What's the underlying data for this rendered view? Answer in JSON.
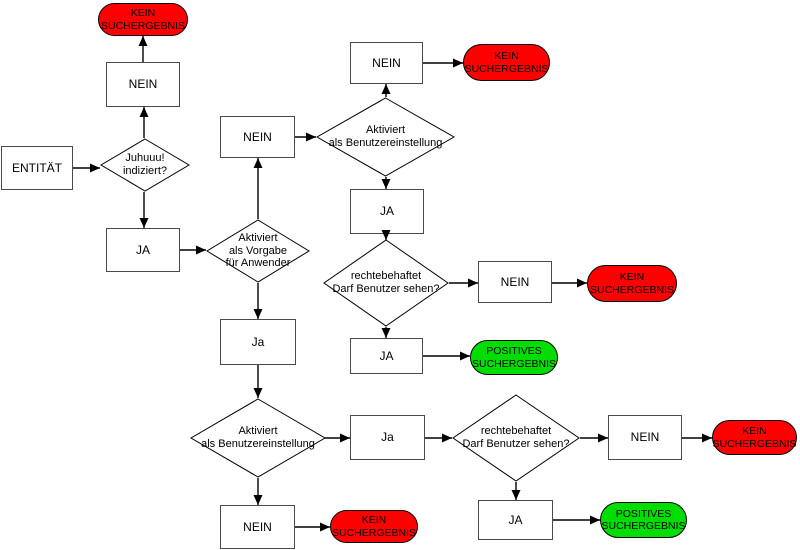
{
  "colors": {
    "negative_fill": "#ff0000",
    "positive_fill": "#00dd00",
    "shape_fill": "#ffffff",
    "rect_border": "#4a4a4a",
    "line": "#000000",
    "text": "#000000"
  },
  "nodes": {
    "start": {
      "label": "ENTITÄT",
      "type": "process"
    },
    "decision_indexed": {
      "label": "Juhuuu!\nindiziert?",
      "type": "decision"
    },
    "indexed_no": {
      "label": "NEIN",
      "type": "process"
    },
    "no_result_indexed": {
      "label": "KEIN\nSUCHERGEBNIS",
      "type": "terminator-negative"
    },
    "indexed_yes": {
      "label": "JA",
      "type": "process"
    },
    "decision_default": {
      "label": "Aktiviert\nals Vorgabe\nfür Anwender",
      "type": "decision"
    },
    "default_no": {
      "label": "NEIN",
      "type": "process"
    },
    "decision_user_top": {
      "label": "Aktiviert\nals Benutzereinstellung",
      "type": "decision"
    },
    "user_top_no": {
      "label": "NEIN",
      "type": "process"
    },
    "no_result_user_top": {
      "label": "KEIN\nSUCHERGEBNIS",
      "type": "terminator-negative"
    },
    "user_top_yes": {
      "label": "JA",
      "type": "process"
    },
    "decision_rights_mid": {
      "label": "rechtebehaftet\nDarf Benutzer sehen?",
      "type": "decision"
    },
    "rights_mid_no": {
      "label": "NEIN",
      "type": "process"
    },
    "no_result_rights_mid": {
      "label": "KEIN\nSUCHERGEBNIS",
      "type": "terminator-negative"
    },
    "rights_mid_yes": {
      "label": "JA",
      "type": "process"
    },
    "positive_result_mid": {
      "label": "POSITIVES\nSUCHERGEBNIS",
      "type": "terminator-positive"
    },
    "default_yes": {
      "label": "Ja",
      "type": "process"
    },
    "decision_user_bottom": {
      "label": "Aktiviert\nals Benutzereinstellung",
      "type": "decision"
    },
    "user_bottom_yes": {
      "label": "Ja",
      "type": "process"
    },
    "decision_rights_bottom": {
      "label": "rechtebehaftet\nDarf Benutzer sehen?",
      "type": "decision"
    },
    "rights_bottom_no": {
      "label": "NEIN",
      "type": "process"
    },
    "no_result_rights_bottom": {
      "label": "KEIN\nSUCHERGEBNIS",
      "type": "terminator-negative"
    },
    "rights_bottom_yes": {
      "label": "JA",
      "type": "process"
    },
    "positive_result_bottom": {
      "label": "POSITIVES\nSUCHERGEBNIS",
      "type": "terminator-positive"
    },
    "user_bottom_no": {
      "label": "NEIN",
      "type": "process"
    },
    "no_result_user_bottom": {
      "label": "KEIN\nSUCHERGEBNIS",
      "type": "terminator-negative"
    }
  },
  "edges": [
    {
      "from": "start",
      "to": "decision_indexed"
    },
    {
      "from": "decision_indexed",
      "to": "indexed_no"
    },
    {
      "from": "indexed_no",
      "to": "no_result_indexed"
    },
    {
      "from": "decision_indexed",
      "to": "indexed_yes"
    },
    {
      "from": "indexed_yes",
      "to": "decision_default"
    },
    {
      "from": "decision_default",
      "to": "default_no"
    },
    {
      "from": "default_no",
      "to": "decision_user_top"
    },
    {
      "from": "decision_user_top",
      "to": "user_top_no"
    },
    {
      "from": "user_top_no",
      "to": "no_result_user_top"
    },
    {
      "from": "decision_user_top",
      "to": "user_top_yes"
    },
    {
      "from": "user_top_yes",
      "to": "decision_rights_mid"
    },
    {
      "from": "decision_rights_mid",
      "to": "rights_mid_no"
    },
    {
      "from": "rights_mid_no",
      "to": "no_result_rights_mid"
    },
    {
      "from": "decision_rights_mid",
      "to": "rights_mid_yes"
    },
    {
      "from": "rights_mid_yes",
      "to": "positive_result_mid"
    },
    {
      "from": "decision_default",
      "to": "default_yes"
    },
    {
      "from": "default_yes",
      "to": "decision_user_bottom"
    },
    {
      "from": "decision_user_bottom",
      "to": "user_bottom_yes"
    },
    {
      "from": "user_bottom_yes",
      "to": "decision_rights_bottom"
    },
    {
      "from": "decision_rights_bottom",
      "to": "rights_bottom_no"
    },
    {
      "from": "rights_bottom_no",
      "to": "no_result_rights_bottom"
    },
    {
      "from": "decision_rights_bottom",
      "to": "rights_bottom_yes"
    },
    {
      "from": "rights_bottom_yes",
      "to": "positive_result_bottom"
    },
    {
      "from": "decision_user_bottom",
      "to": "user_bottom_no"
    },
    {
      "from": "user_bottom_no",
      "to": "no_result_user_bottom"
    }
  ]
}
